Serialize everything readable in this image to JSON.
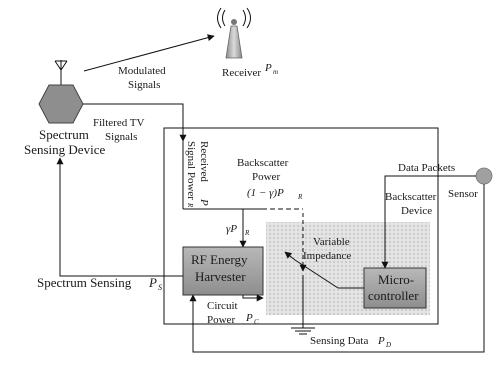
{
  "diagram": {
    "nodes": {
      "receiver": {
        "label": "Receiver",
        "power_symbol": "P",
        "power_sub": "m"
      },
      "ssd": {
        "label_line1": "Spectrum",
        "label_line2": "Sensing Device"
      },
      "backscatter_device": {
        "label_line1": "Backscatter",
        "label_line2": "Device"
      },
      "harvester": {
        "label_line1": "RF Energy",
        "label_line2": "Harvester"
      },
      "microcontroller": {
        "label_line1": "Micro-",
        "label_line2": "controller"
      },
      "variable_impedance": {
        "label_line1": "Variable",
        "label_line2": "Impedance"
      },
      "sensor": {
        "label": "Sensor"
      }
    },
    "edges": {
      "modulated": {
        "line1": "Modulated",
        "line2": "Signals"
      },
      "filtered_tv": {
        "line1": "Filtered TV",
        "line2": "Signals"
      },
      "received_power": {
        "line1": "Received",
        "line2": "Signal Power",
        "symbol": "P",
        "sub": "R"
      },
      "backscatter_power": {
        "line1": "Backscatter",
        "line2": "Power",
        "formula": "(1 − γ)P",
        "sub": "R"
      },
      "gamma_pr": {
        "formula": "γP",
        "sub": "R"
      },
      "data_packets": {
        "label": "Data Packets"
      },
      "spectrum_sensing": {
        "label": "Spectrum Sensing",
        "symbol": "P",
        "sub": "S"
      },
      "circuit_power": {
        "line1": "Circuit",
        "line2": "Power",
        "symbol": "P",
        "sub": "C"
      },
      "sensing_data": {
        "label": "Sensing Data",
        "symbol": "P",
        "sub": "D"
      }
    }
  }
}
